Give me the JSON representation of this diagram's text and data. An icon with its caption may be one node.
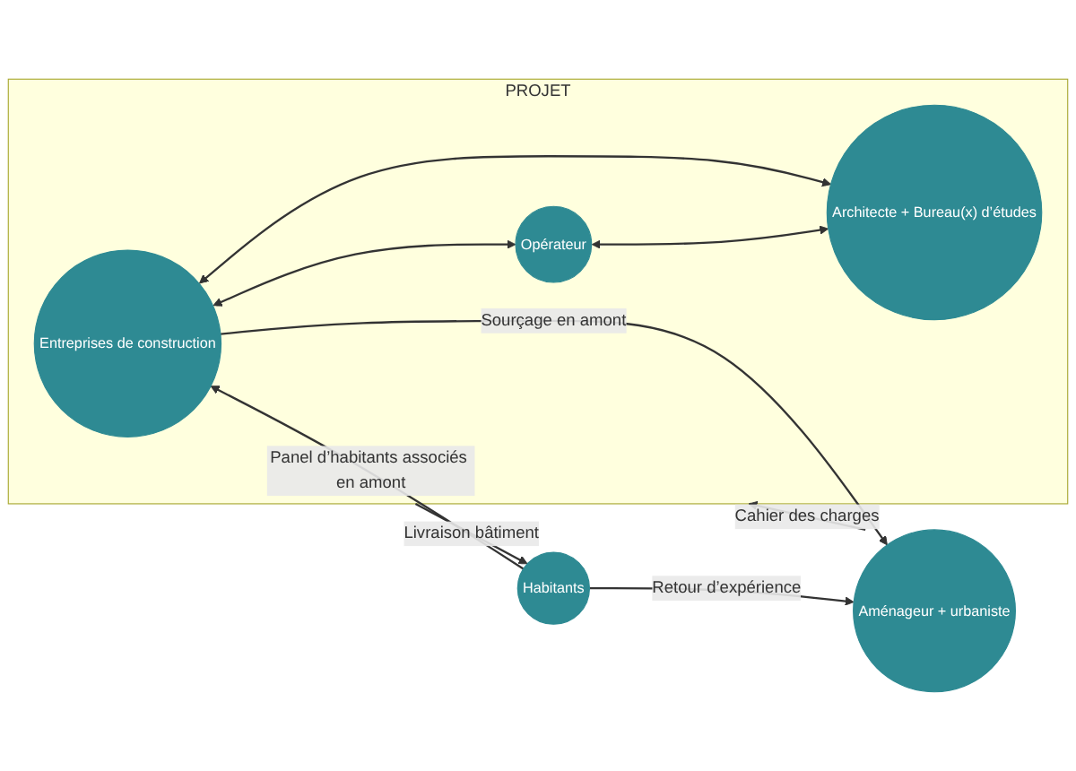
{
  "diagram": {
    "nodes": [
      {
        "text": [
          "PROJET"
        ]
      },
      {
        "text": [
          "Entreprises de construction"
        ],
        "in": 0
      },
      {
        "text": [
          "Opérateur"
        ],
        "in": 0
      },
      {
        "text": [
          "Architecte + Bureau(x) d’études"
        ],
        "in": 0
      },
      {
        "text": [
          "Aménageur + urbaniste"
        ]
      },
      {
        "text": [
          "Habitants"
        ]
      }
    ],
    "edges": [
      {
        "from": 5,
        "to": 4,
        "arrow": "to",
        "label": "Retour d’expérience"
      },
      {
        "from": 1,
        "to": 4,
        "arrow": "to",
        "label": "Sourçage en amont"
      },
      {
        "from": 5,
        "to": 1,
        "arrow": "to",
        "label": "Panel d’habitants associés en amont"
      },
      {
        "from": 1,
        "to": 2,
        "arrow": "both"
      },
      {
        "from": 1,
        "to": 3,
        "arrow": "both"
      },
      {
        "from": 2,
        "to": 3,
        "arrow": "both"
      },
      {
        "from": 4,
        "to": 0,
        "arrow": "to",
        "label": "Cahier des charges"
      },
      {
        "from": 0,
        "to": 5,
        "arrow": "to",
        "label": "Livraison bâtiment"
      }
    ]
  }
}
